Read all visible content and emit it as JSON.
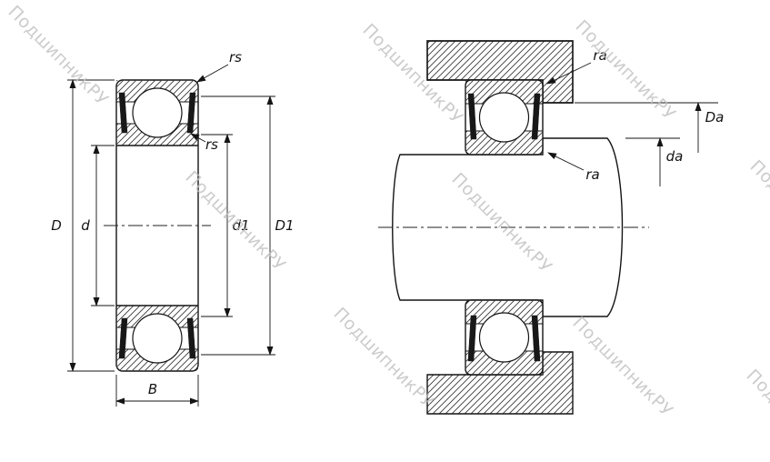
{
  "watermark": {
    "text": "ПодшипникРУ"
  },
  "left_view": {
    "labels": {
      "rs_outer": "rs",
      "rs_inner": "rs",
      "outer_diameter": "D",
      "bore_diameter": "d",
      "inner_shoulder_diameter": "d1",
      "outer_shoulder_diameter": "D1",
      "width": "B"
    }
  },
  "right_view": {
    "labels": {
      "ra_housing": "ra",
      "ra_shaft": "ra",
      "housing_shoulder_diameter": "Da",
      "shaft_shoulder_diameter": "da"
    }
  },
  "colors": {
    "line": "#141414",
    "hatch": "#3a3a3a",
    "seal": "#181818",
    "watermark": "#bfbfbf",
    "background": "#ffffff"
  }
}
